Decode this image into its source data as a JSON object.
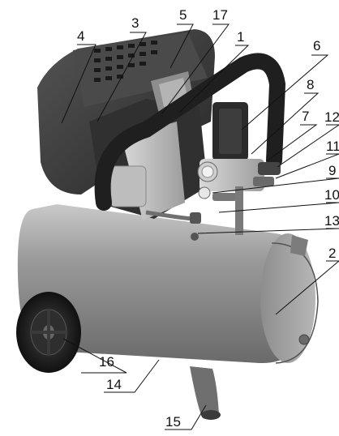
{
  "figure": {
    "labels": [
      "1",
      "2",
      "3",
      "4",
      "5",
      "6",
      "7",
      "8",
      "9",
      "10",
      "11",
      "12",
      "13",
      "14",
      "15",
      "16",
      "17"
    ]
  }
}
